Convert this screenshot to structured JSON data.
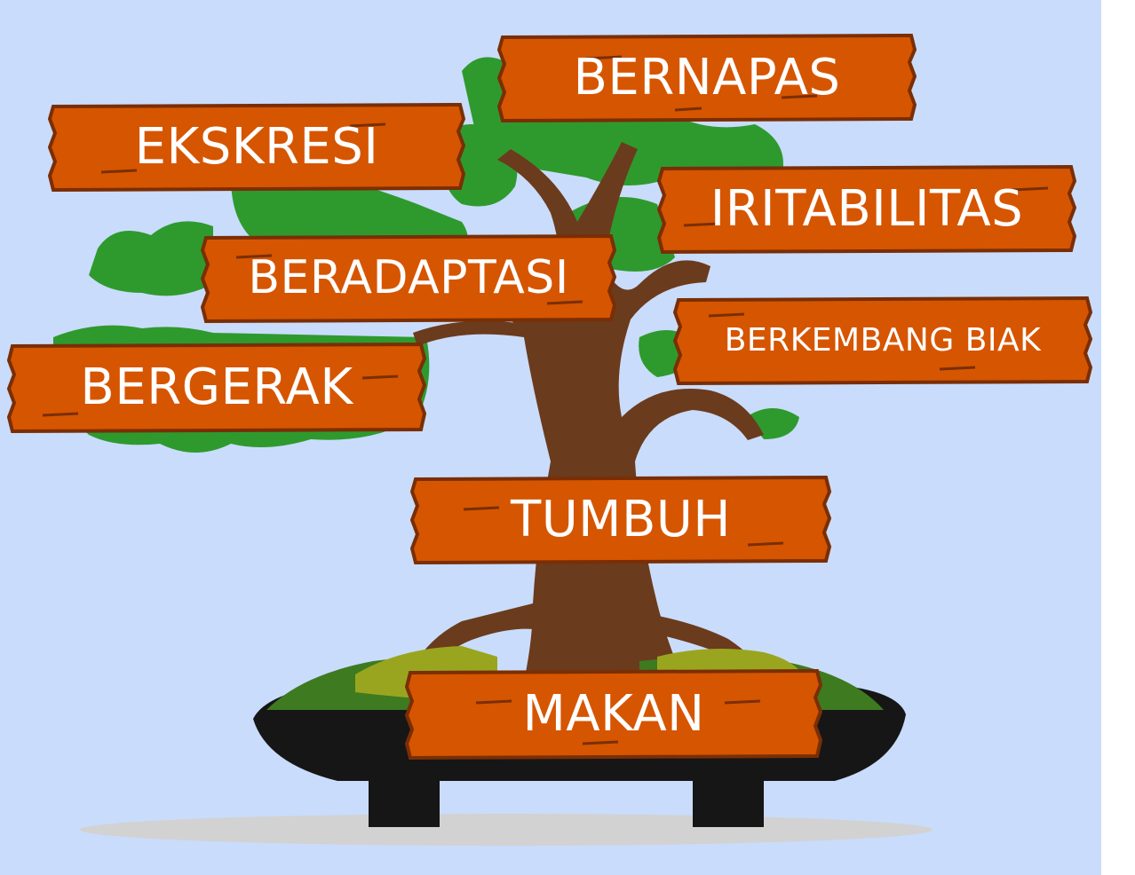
{
  "colors": {
    "sky": "#c9dcfb",
    "plank": "#d65500",
    "plank_outline": "#7a2e05",
    "leaf": "#2e9a2e",
    "trunk": "#6b3b1d",
    "pot": "#161616",
    "moss": "#3e7a20"
  },
  "signs": {
    "bernapas": "BERNAPAS",
    "ekskresi": "EKSKRESI",
    "iritabilitas": "IRITABILITAS",
    "beradaptasi": "BERADAPTASI",
    "berkembang_biak": "BERKEMBANG BIAK",
    "bergerak": "BERGERAK",
    "tumbuh": "TUMBUH",
    "makan": "MAKAN"
  }
}
